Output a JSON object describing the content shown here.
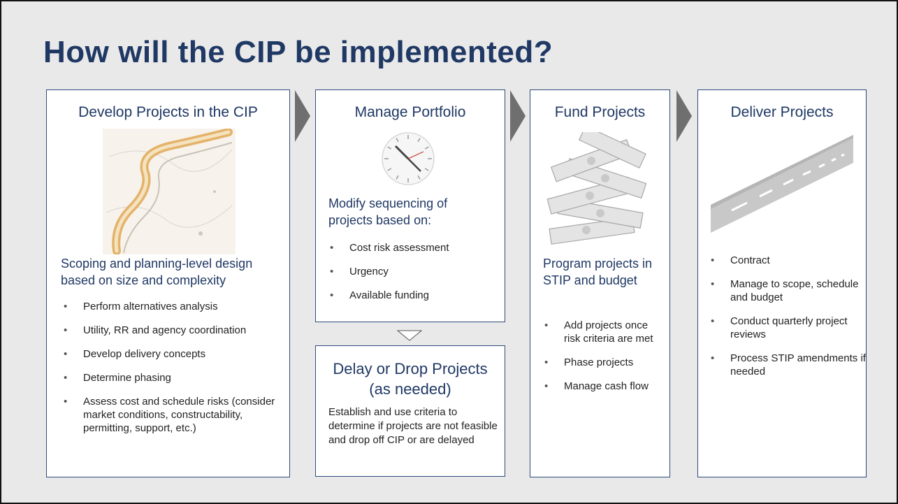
{
  "slide": {
    "title": "How will the CIP be implemented?"
  },
  "panels": {
    "develop": {
      "title": "Develop Projects in the CIP",
      "intro": "Scoping and planning-level design based on size and complexity",
      "bullets": [
        "Perform alternatives analysis",
        "Utility, RR and agency coordination",
        "Develop delivery concepts",
        "Determine phasing",
        "Assess cost and schedule risks (consider market conditions, constructability, permitting, support, etc.)"
      ]
    },
    "manage": {
      "title": "Manage Portfolio",
      "intro": "Modify sequencing of projects based on:",
      "bullets": [
        "Cost risk assessment",
        "Urgency",
        "Available funding"
      ]
    },
    "delay": {
      "title_line1": "Delay or Drop Projects",
      "title_line2": "(as needed)",
      "body": "Establish and use criteria to determine if projects are not feasible and drop off CIP or are delayed"
    },
    "fund": {
      "title": "Fund Projects",
      "intro": "Program projects in STIP and budget",
      "bullets": [
        "Add projects once risk criteria are met",
        "Phase projects",
        "Manage cash flow"
      ]
    },
    "deliver": {
      "title": "Deliver Projects",
      "bullets": [
        "Contract",
        "Manage to scope, schedule and budget",
        "Conduct quarterly project reviews",
        "Process STIP amendments if needed"
      ]
    }
  },
  "icons": {
    "develop_image": "road-map-drawing-icon",
    "manage_image": "clock-icon",
    "fund_image": "money-stack-icon",
    "deliver_image": "highway-road-icon",
    "process_arrow": "chevron-right-icon",
    "down_arrow": "triangle-down-icon"
  }
}
